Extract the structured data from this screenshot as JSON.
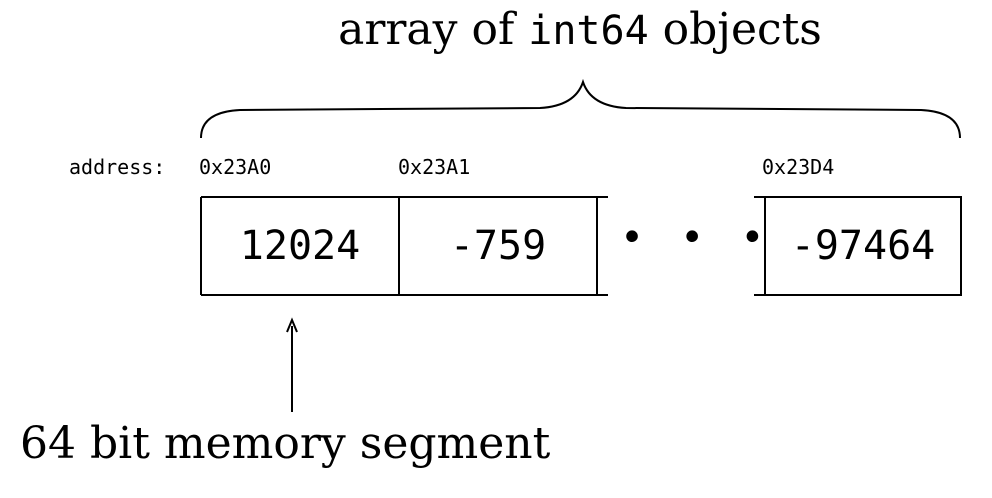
{
  "title": {
    "prefix": "array of ",
    "type_name": "int64",
    "suffix": " objects"
  },
  "addresses": {
    "label": "address:",
    "first": "0x23A0",
    "second": "0x23A1",
    "last": "0x23D4"
  },
  "cells": {
    "first": "12024",
    "second": "-759",
    "ellipsis": "• • •",
    "last": "-97464"
  },
  "caption": "64 bit memory segment"
}
